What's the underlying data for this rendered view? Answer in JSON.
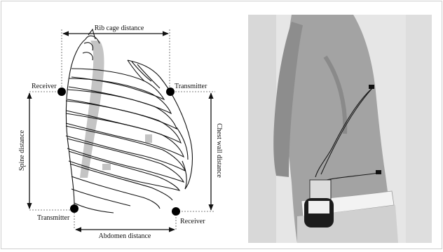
{
  "labels": {
    "rib_cage_distance": "Rib cage distance",
    "chest_wall_distance": "Chest wall distance",
    "spine_distance": "Spine distance",
    "abdomen_distance": "Abdomen distance",
    "receiver_top": "Receiver",
    "transmitter_top": "Transmitter",
    "transmitter_bottom": "Transmitter",
    "receiver_bottom": "Receiver"
  },
  "colors": {
    "line": "#111111",
    "spine_shade": "#bdbdbd",
    "sensor_dot": "#000000",
    "photo_background": "#e9e9e9",
    "skin": "#a8a8a8",
    "belt": "#f2f2f2"
  }
}
